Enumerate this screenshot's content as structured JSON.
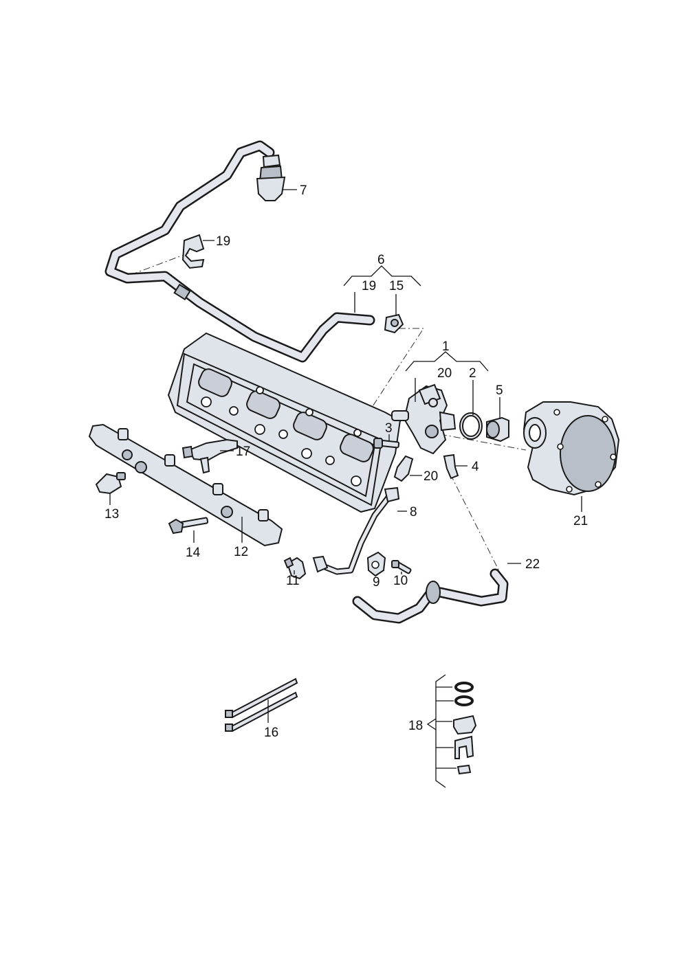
{
  "callouts": {
    "c1": "1",
    "c2": "2",
    "c3": "3",
    "c4": "4",
    "c5": "5",
    "c6": "6",
    "c7": "7",
    "c8": "8",
    "c9": "9",
    "c10": "10",
    "c11": "11",
    "c12": "12",
    "c13": "13",
    "c14": "14",
    "c15": "15",
    "c16": "16",
    "c17": "17",
    "c18": "18",
    "c19a": "19",
    "c19b": "19",
    "c20a": "20",
    "c20b": "20",
    "c21": "21",
    "c22": "22"
  },
  "colors": {
    "part_fill": "#dfe3ea",
    "outline": "#1a1a1a",
    "background": "#ffffff"
  }
}
